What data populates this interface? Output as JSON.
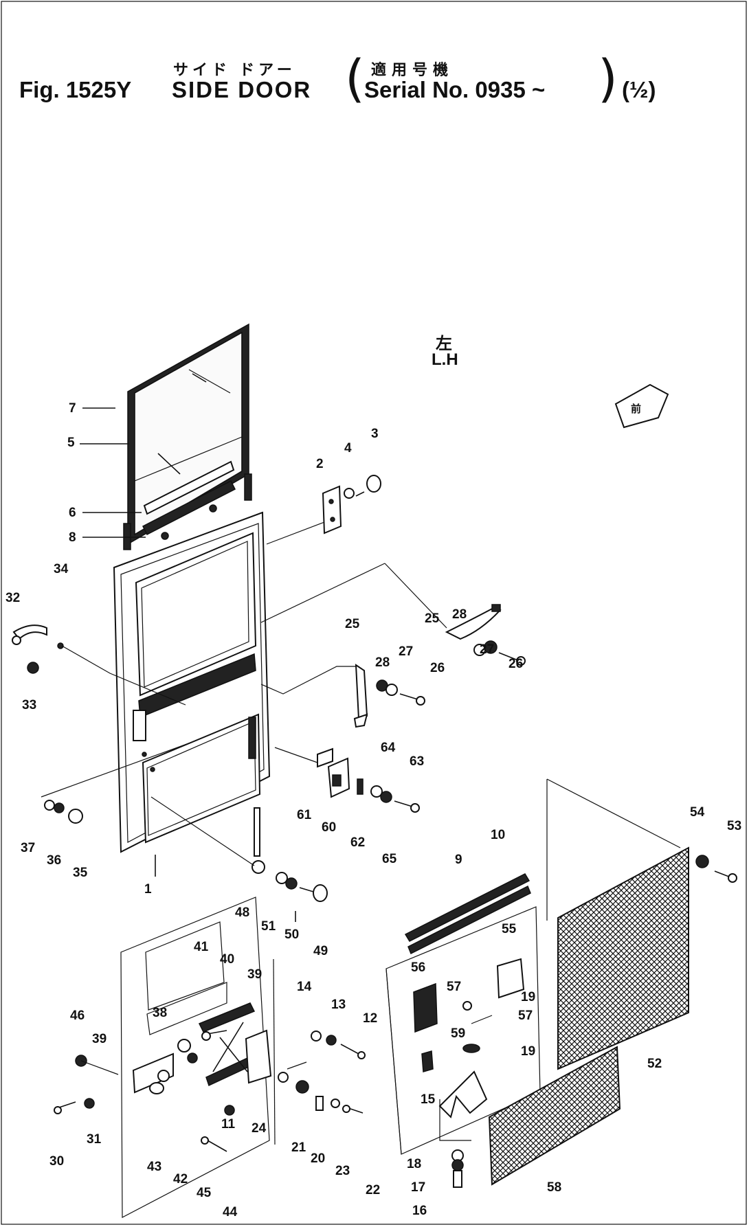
{
  "header": {
    "jp_title": "サイド ドアー",
    "jp_serial": "適用号機",
    "fig_label": "Fig. 1525Y",
    "title": "SIDE DOOR",
    "serial": "Serial No. 0935 ~",
    "sheet": "(½)"
  },
  "side": {
    "kanji": "左",
    "label": "L.H"
  },
  "front_mark": "前",
  "callouts": {
    "c1": "1",
    "c2": "2",
    "c3": "3",
    "c4": "4",
    "c5": "5",
    "c6": "6",
    "c7": "7",
    "c8": "8",
    "c9": "9",
    "c10": "10",
    "c11": "11",
    "c12": "12",
    "c13": "13",
    "c14": "14",
    "c15": "15",
    "c16": "16",
    "c17": "17",
    "c18": "18",
    "c19a": "19",
    "c19b": "19",
    "c20": "20",
    "c21": "21",
    "c22": "22",
    "c23": "23",
    "c24": "24",
    "c25a": "25",
    "c25b": "25",
    "c26a": "26",
    "c26b": "26",
    "c27a": "27",
    "c27b": "27",
    "c28a": "28",
    "c28b": "28",
    "c30": "30",
    "c31": "31",
    "c32": "32",
    "c33": "33",
    "c34": "34",
    "c35": "35",
    "c36": "36",
    "c37": "37",
    "c38": "38",
    "c39a": "39",
    "c39b": "39",
    "c40": "40",
    "c41": "41",
    "c42": "42",
    "c43": "43",
    "c44": "44",
    "c45": "45",
    "c46": "46",
    "c48": "48",
    "c49": "49",
    "c50": "50",
    "c51": "51",
    "c52": "52",
    "c53": "53",
    "c54": "54",
    "c55": "55",
    "c56": "56",
    "c57a": "57",
    "c57b": "57",
    "c58": "58",
    "c59": "59",
    "c60": "60",
    "c61": "61",
    "c62": "62",
    "c63": "63",
    "c64": "64",
    "c65": "65"
  }
}
